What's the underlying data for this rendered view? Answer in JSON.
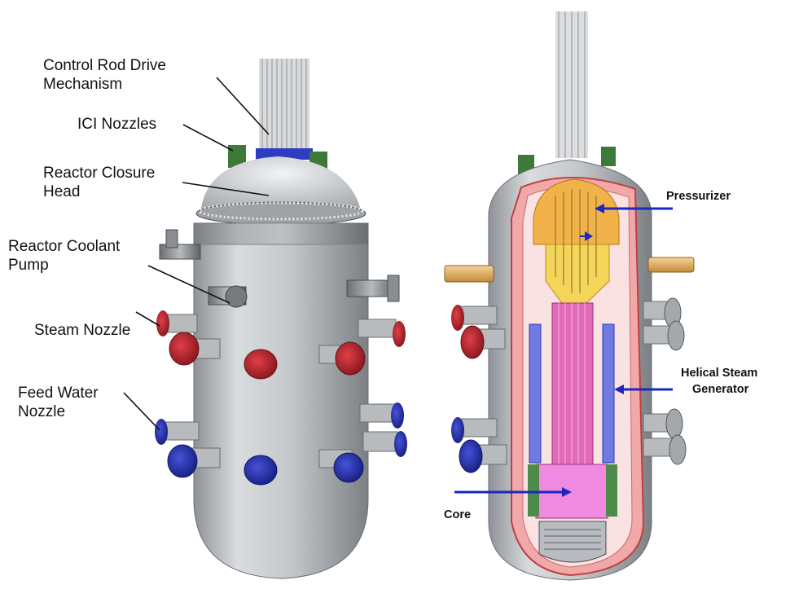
{
  "left_labels": {
    "crdm": [
      "Control Rod Drive",
      "Mechanism"
    ],
    "ici": [
      "ICI Nozzles"
    ],
    "closure_head": [
      "Reactor Closure",
      "Head"
    ],
    "coolant_pump": [
      "Reactor Coolant",
      "Pump"
    ],
    "steam_nozzle": [
      "Steam Nozzle"
    ],
    "feed_water": [
      "Feed Water",
      "Nozzle"
    ]
  },
  "right_labels": {
    "pressurizer": [
      "Pressurizer"
    ],
    "helical_sg": [
      "Helical Steam",
      "Generator"
    ],
    "core": [
      "Core"
    ]
  },
  "colors": {
    "vessel": "#c9ccd0",
    "hot_nozzle": "#c0262d",
    "cold_nozzle": "#2b38b8",
    "core": "#e86ad2",
    "sg_tubes": "#6f7be0",
    "pressurizer": "#f2b24a",
    "shell_cut": "#e88a8a",
    "arrow": "#1a27c0"
  }
}
